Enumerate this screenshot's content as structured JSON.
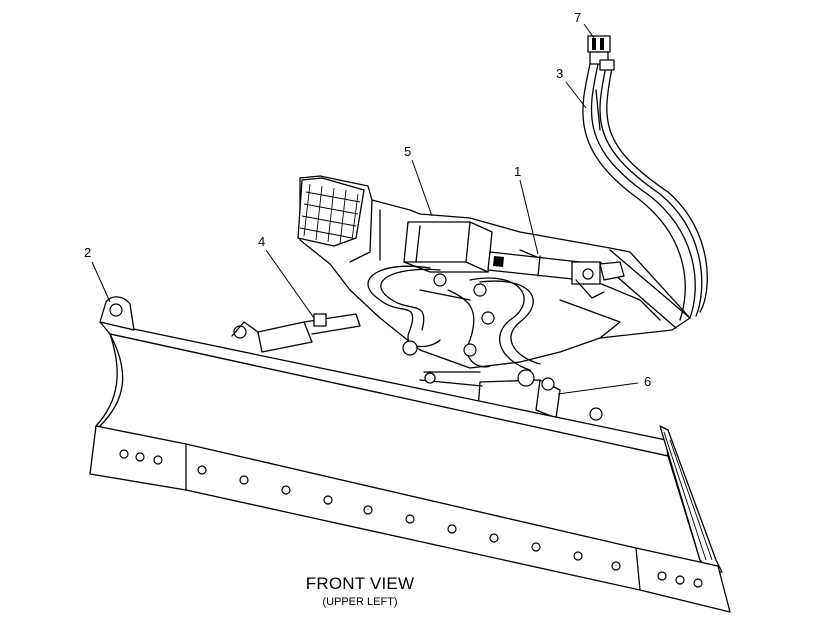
{
  "caption": {
    "title": "FRONT VIEW",
    "subtitle": "(UPPER LEFT)"
  },
  "callouts": [
    {
      "id": "1",
      "label": "1"
    },
    {
      "id": "2",
      "label": "2"
    },
    {
      "id": "3",
      "label": "3"
    },
    {
      "id": "4",
      "label": "4"
    },
    {
      "id": "5",
      "label": "5"
    },
    {
      "id": "6",
      "label": "6"
    },
    {
      "id": "7",
      "label": "7"
    }
  ]
}
